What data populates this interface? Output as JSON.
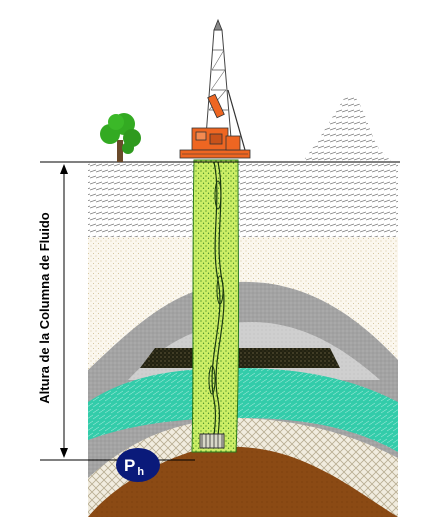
{
  "diagram": {
    "height_label": "Altura de la Columna de Fluido",
    "pressure_label": {
      "main": "P",
      "subscript": "h"
    }
  },
  "colors": {
    "wellbore_fluid": "#ccee66",
    "drilling_rig": "#ee6622",
    "tree": "#33aa22",
    "pressure_marker": "#0a1a7a",
    "teal_layer": "#33ccaa",
    "gray_layer": "#a0a0a0",
    "dark_layer": "#222211",
    "brown_ground": "#8b4a14"
  },
  "icons": {
    "tree": "tree-icon",
    "rig": "drilling-rig-icon",
    "mountain": "mountain-icon"
  }
}
